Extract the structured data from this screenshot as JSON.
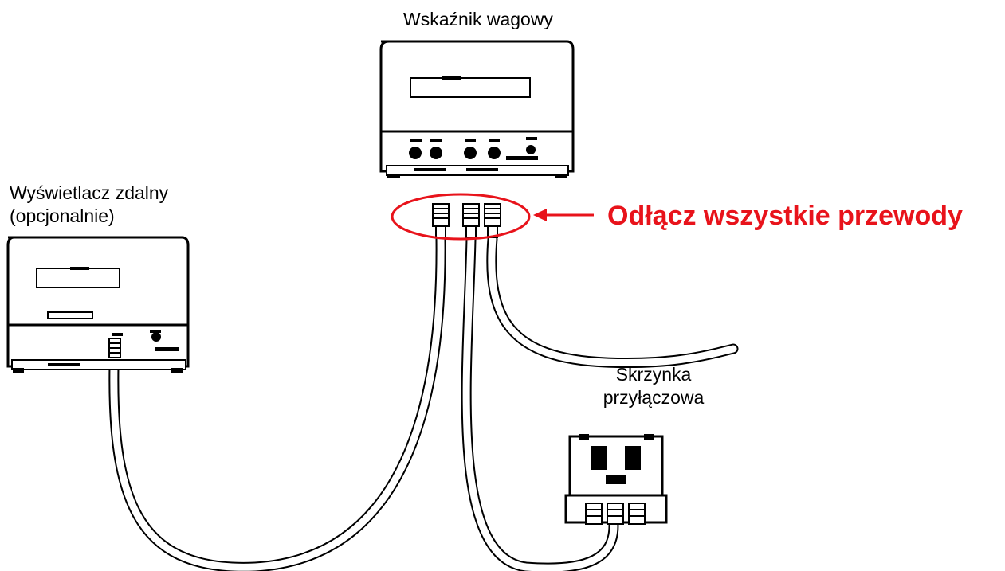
{
  "labels": {
    "indicator": "Wskaźnik wagowy",
    "remote_display_line1": "Wyświetlacz zdalny",
    "remote_display_line2": "(opcjonalnie)",
    "junction_box_line1": "Skrzynka",
    "junction_box_line2": "przyłączowa",
    "callout": "Odłącz wszystkie przewody"
  },
  "colors": {
    "callout": "#e8131b",
    "lines": "#000000"
  }
}
